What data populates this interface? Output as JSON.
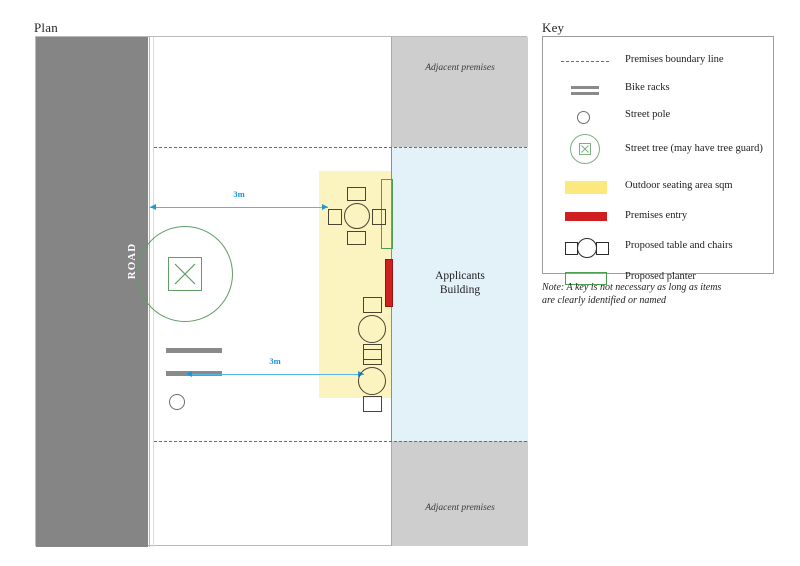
{
  "plan": {
    "title": "Plan",
    "road_label": "ROAD",
    "building_label_line1": "Applicants",
    "building_label_line2": "Building",
    "adjacent_top_label": "Adjacent premises",
    "adjacent_bottom_label": "Adjacent premises",
    "dimension_upper": "3m",
    "dimension_lower": "3m",
    "colors": {
      "road": "#858585",
      "adjacent_premises": "#cecece",
      "applicants_building": "#e3f1f8",
      "outdoor_seating": "#fbf3c0",
      "premises_entry": "#cf1f1f",
      "planter_outline": "#4e9e52",
      "boundary_line": "#d4403a",
      "dimension_line": "#1b95d4",
      "street_tree": "#5f9d63",
      "bike_rack": "#8a8a8a"
    },
    "tables": [
      {
        "id": "table-4-chairs",
        "chairs": 4
      },
      {
        "id": "table-2-chairs-upper",
        "chairs": 2
      },
      {
        "id": "table-2-chairs-lower",
        "chairs": 2
      }
    ],
    "bike_racks": 2,
    "street_poles": 1,
    "street_trees": 1
  },
  "key": {
    "title": "Key",
    "items": [
      {
        "icon": "premises-boundary-line-icon",
        "label": "Premises boundary line"
      },
      {
        "icon": "bike-racks-icon",
        "label": "Bike racks"
      },
      {
        "icon": "street-pole-icon",
        "label": "Street pole"
      },
      {
        "icon": "street-tree-icon",
        "label": "Street tree (may have tree guard)"
      },
      {
        "icon": "outdoor-seating-swatch-icon",
        "label": "Outdoor seating area sqm"
      },
      {
        "icon": "premises-entry-swatch-icon",
        "label": "Premises entry"
      },
      {
        "icon": "table-and-chairs-icon",
        "label": "Proposed table and chairs"
      },
      {
        "icon": "planter-icon",
        "label": "Proposed planter"
      }
    ],
    "note_line1": "Note: A key is not necessary as long as items",
    "note_line2": "are clearly identified or named"
  }
}
